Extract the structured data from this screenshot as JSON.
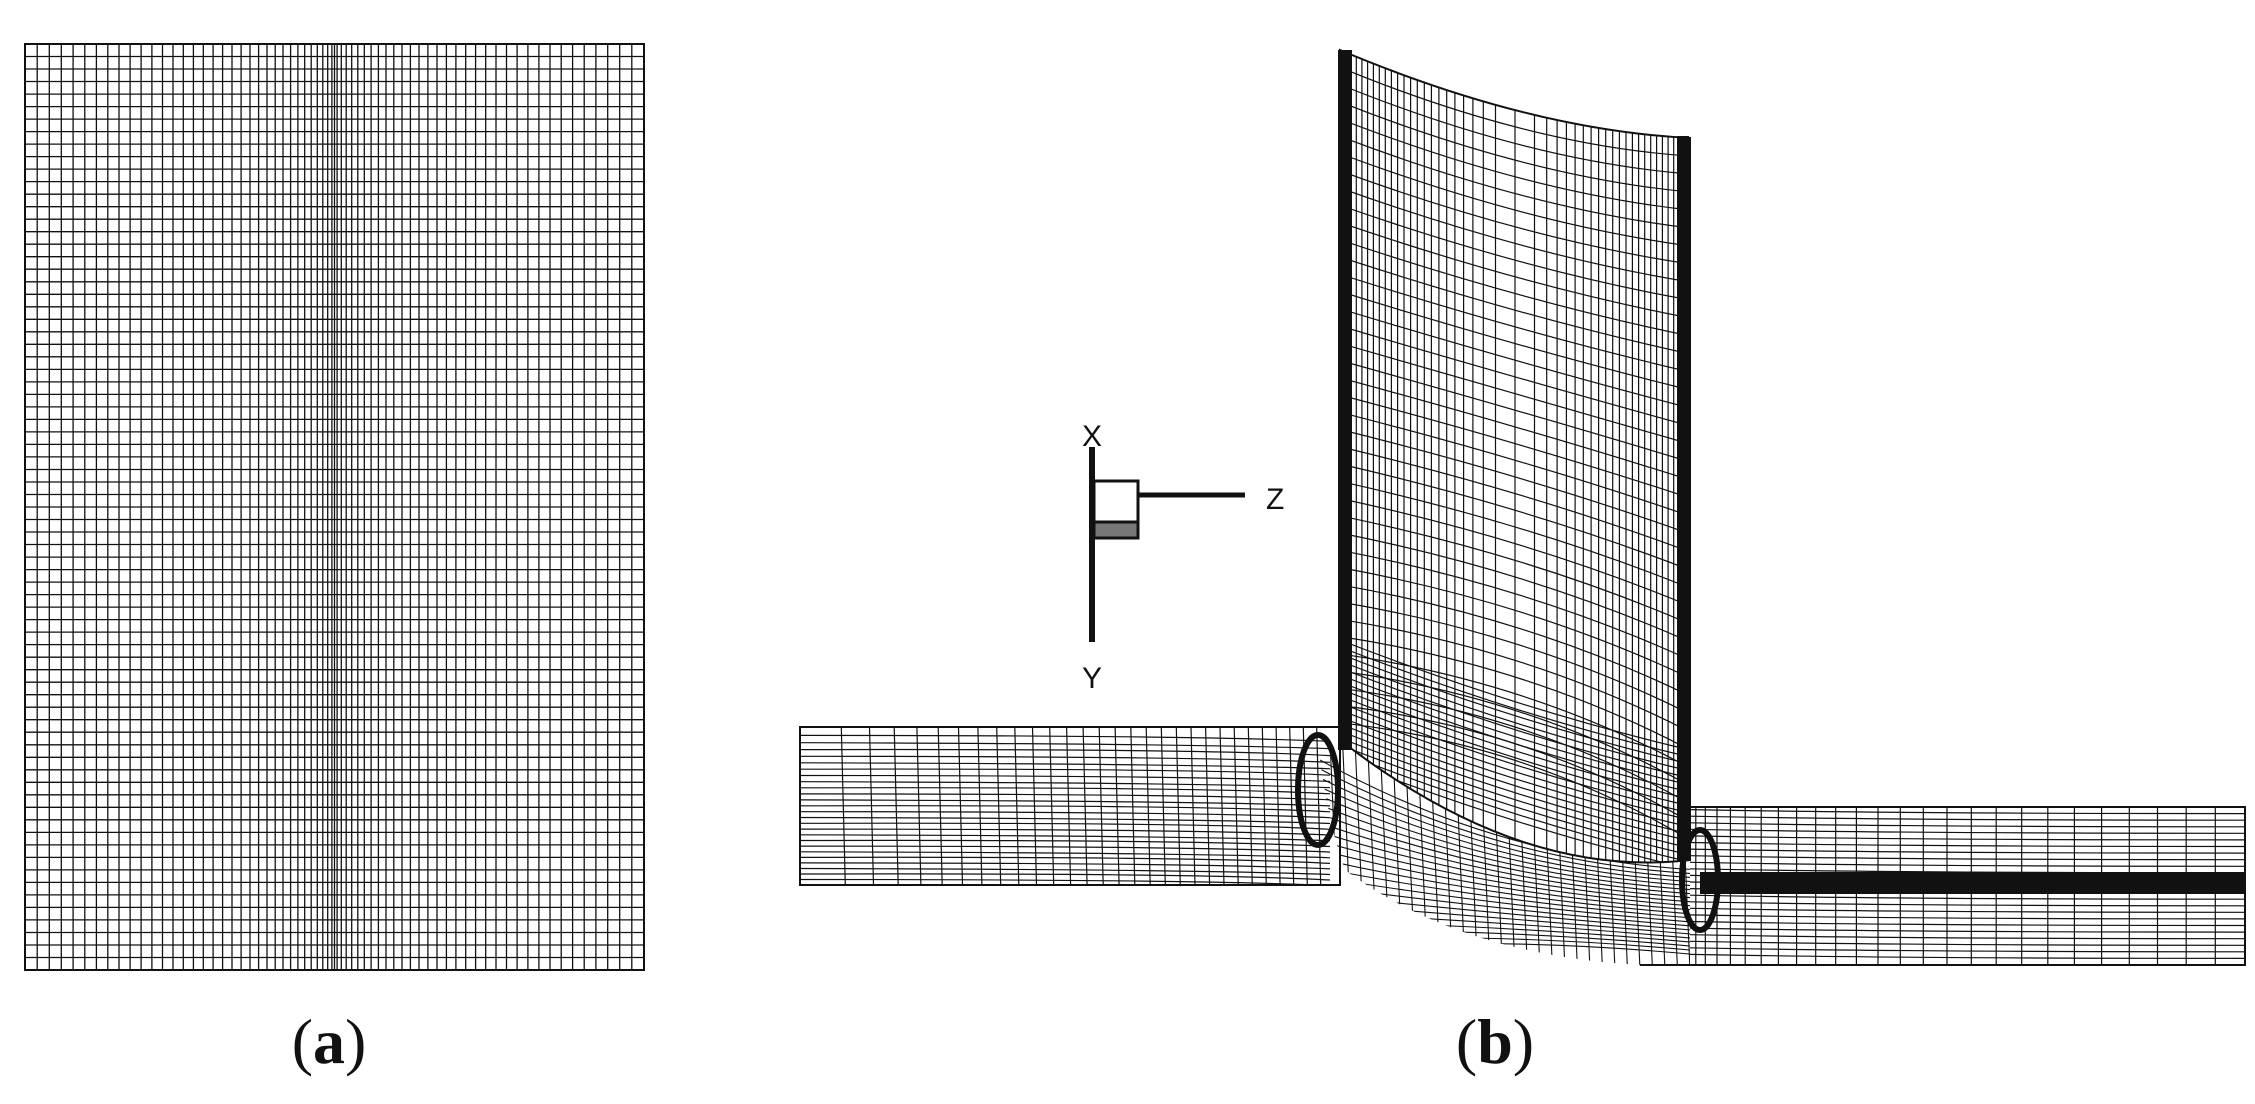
{
  "panels": [
    {
      "id": "a",
      "label_open": "(",
      "label_letter": "a",
      "label_close": ")"
    },
    {
      "id": "b",
      "label_open": "(",
      "label_letter": "b",
      "label_close": ")"
    }
  ],
  "triad": {
    "x": "X",
    "y": "Y",
    "z": "Z"
  },
  "colors": {
    "mesh": "#111111",
    "background": "#ffffff",
    "triad_fill": "#777777"
  }
}
